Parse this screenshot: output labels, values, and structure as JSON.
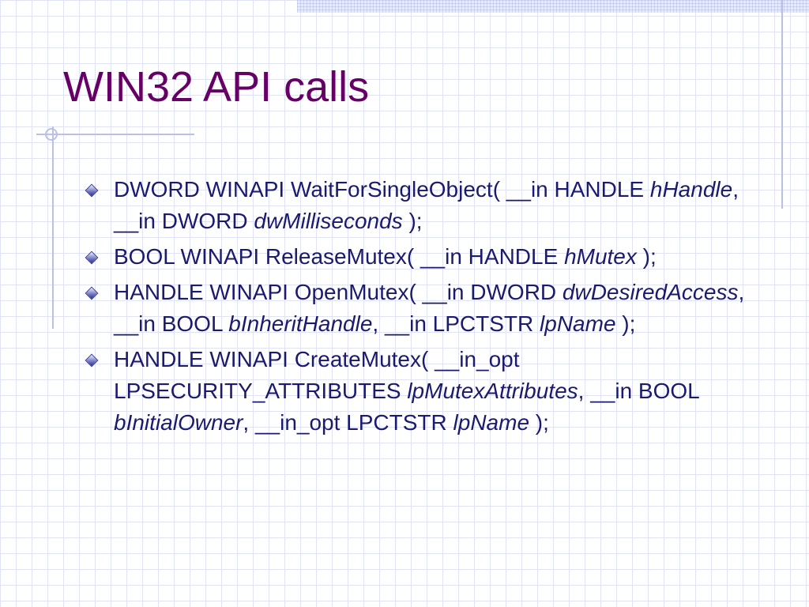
{
  "slide": {
    "title": "WIN32 API calls",
    "bullets": [
      [
        {
          "t": "DWORD WINAPI WaitForSingleObject( __in HANDLE ",
          "i": false
        },
        {
          "t": "hHandle",
          "i": true
        },
        {
          "t": ", __in DWORD ",
          "i": false
        },
        {
          "t": "dwMilliseconds",
          "i": true
        },
        {
          "t": " );",
          "i": false
        }
      ],
      [
        {
          "t": "BOOL WINAPI ReleaseMutex( __in HANDLE ",
          "i": false
        },
        {
          "t": "hMutex",
          "i": true
        },
        {
          "t": " );",
          "i": false
        }
      ],
      [
        {
          "t": "HANDLE WINAPI OpenMutex( __in DWORD ",
          "i": false
        },
        {
          "t": "dwDesiredAccess",
          "i": true
        },
        {
          "t": ", __in BOOL ",
          "i": false
        },
        {
          "t": "bInheritHandle",
          "i": true
        },
        {
          "t": ", __in LPCTSTR ",
          "i": false
        },
        {
          "t": "lpName",
          "i": true
        },
        {
          "t": " );",
          "i": false
        }
      ],
      [
        {
          "t": "HANDLE WINAPI CreateMutex( __in_opt LPSECURITY_ATTRIBUTES ",
          "i": false
        },
        {
          "t": "lpMutexAttributes",
          "i": true
        },
        {
          "t": ", __in BOOL ",
          "i": false
        },
        {
          "t": "bInitialOwner",
          "i": true
        },
        {
          "t": ", __in_opt LPCTSTR ",
          "i": false
        },
        {
          "t": "lpName",
          "i": true
        },
        {
          "t": " );",
          "i": false
        }
      ]
    ]
  },
  "colors": {
    "title": "#660066",
    "body_text": "#1a1a6e",
    "grid": "#dfe3f3",
    "accent_line": "#b9c2e6"
  },
  "icons": {
    "bullet": "diamond-bullet-icon"
  }
}
